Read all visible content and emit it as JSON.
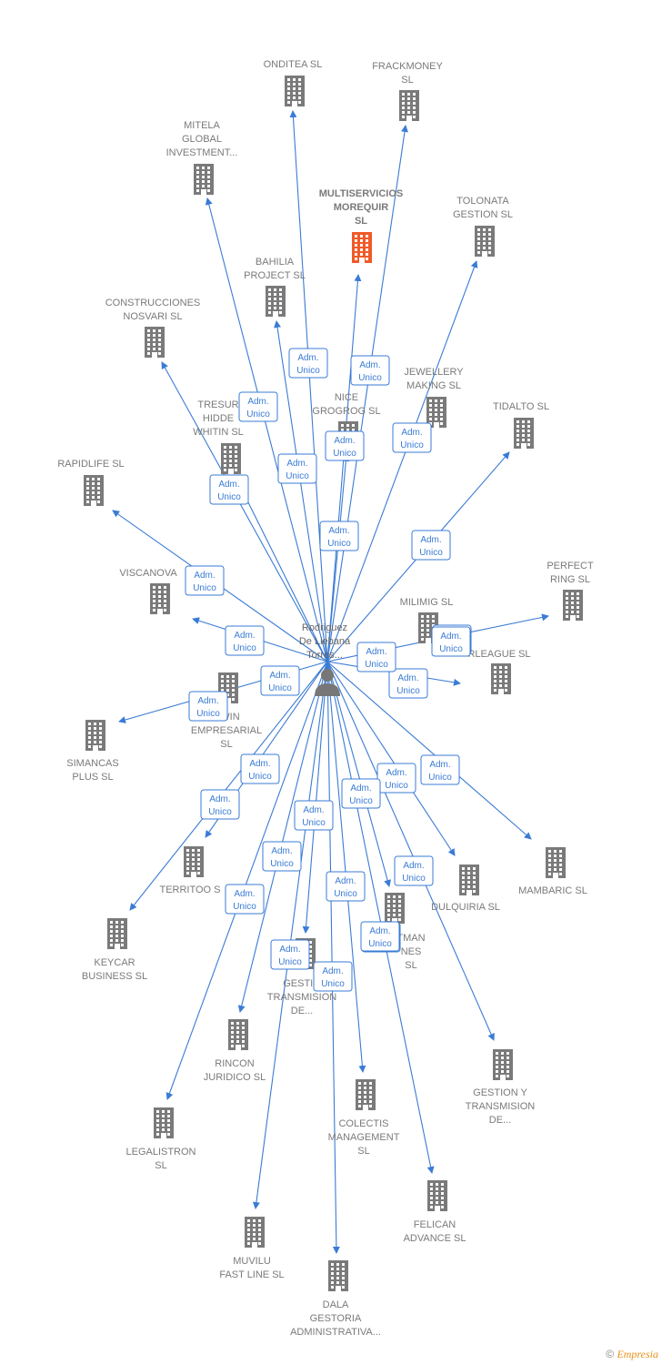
{
  "colors": {
    "edge": "#3a7bd5",
    "building": "#7a7a7a",
    "focus_building": "#f05a28",
    "person": "#777777"
  },
  "center": {
    "name": "Rodriguez De Liebana Torres...",
    "lines": [
      "Rodriguez",
      "De Liebana",
      "Torres..."
    ],
    "icon": "person-icon"
  },
  "edge_label": [
    "Adm.",
    "Unico"
  ],
  "nodes": [
    {
      "id": "onditea",
      "lines": [
        "ONDITEA  SL"
      ],
      "icon": "building-icon"
    },
    {
      "id": "frackmoney",
      "lines": [
        "FRACKMONEY",
        "SL"
      ],
      "icon": "building-icon"
    },
    {
      "id": "mitela",
      "lines": [
        "MITELA",
        "GLOBAL",
        "INVESTMENT..."
      ],
      "icon": "building-icon"
    },
    {
      "id": "multiservicios",
      "lines": [
        "MULTISERVICIOS",
        "MOREQUIR",
        "SL"
      ],
      "icon": "building-icon",
      "focus": true
    },
    {
      "id": "tolonata",
      "lines": [
        "TOLONATA",
        "GESTION  SL"
      ],
      "icon": "building-icon"
    },
    {
      "id": "bahilia",
      "lines": [
        "BAHILIA",
        "PROJECT  SL"
      ],
      "icon": "building-icon"
    },
    {
      "id": "construcciones",
      "lines": [
        "CONSTRUCCIONES",
        "NOSVARI  SL"
      ],
      "icon": "building-icon"
    },
    {
      "id": "jewellery",
      "lines": [
        "JEWELLERY",
        "MAKING  SL"
      ],
      "icon": "building-icon"
    },
    {
      "id": "nice",
      "lines": [
        "NICE",
        "GROGROG  SL"
      ],
      "icon": "building-icon"
    },
    {
      "id": "tresur",
      "lines": [
        "TRESUR",
        "HIDDE",
        "WHITIN  SL"
      ],
      "icon": "building-icon"
    },
    {
      "id": "tidalto",
      "lines": [
        "TIDALTO  SL"
      ],
      "icon": "building-icon"
    },
    {
      "id": "rapidlife",
      "lines": [
        "RAPIDLIFE  SL"
      ],
      "icon": "building-icon"
    },
    {
      "id": "viscanova",
      "lines": [
        "VISCANOVA"
      ],
      "icon": "building-icon"
    },
    {
      "id": "perfect",
      "lines": [
        "PERFECT",
        "RING  SL"
      ],
      "icon": "building-icon"
    },
    {
      "id": "milimig",
      "lines": [
        "MILIMIG  SL"
      ],
      "icon": "building-icon"
    },
    {
      "id": "rleague",
      "lines": [
        "RLEAGUE  SL"
      ],
      "icon": "building-icon"
    },
    {
      "id": "dwin",
      "lines": [
        "DWIN",
        "EMPRESARIAL",
        "SL"
      ],
      "icon": "building-icon"
    },
    {
      "id": "simancas",
      "lines": [
        "SIMANCAS",
        "PLUS  SL"
      ],
      "icon": "building-icon"
    },
    {
      "id": "territoo",
      "lines": [
        "TERRITOO  S"
      ],
      "icon": "building-icon"
    },
    {
      "id": "mambaric",
      "lines": [
        "MAMBARIC  SL"
      ],
      "icon": "building-icon"
    },
    {
      "id": "dulquiria",
      "lines": [
        "DULQUIRIA  SL"
      ],
      "icon": "building-icon"
    },
    {
      "id": "keycar",
      "lines": [
        "KEYCAR",
        "BUSINESS  SL"
      ],
      "icon": "building-icon"
    },
    {
      "id": "tman",
      "lines": [
        "TMAN",
        "NES",
        "SL"
      ],
      "icon": "building-icon"
    },
    {
      "id": "gestio1",
      "lines": [
        "GESTIO",
        "TRANSMISION",
        "DE..."
      ],
      "icon": "building-icon"
    },
    {
      "id": "rincon",
      "lines": [
        "RINCON",
        "JURIDICO SL"
      ],
      "icon": "building-icon"
    },
    {
      "id": "gestion2",
      "lines": [
        "GESTION Y",
        "TRANSMISION",
        "DE..."
      ],
      "icon": "building-icon"
    },
    {
      "id": "colectis",
      "lines": [
        "COLECTIS",
        "MANAGEMENT",
        "SL"
      ],
      "icon": "building-icon"
    },
    {
      "id": "legalistron",
      "lines": [
        "LEGALISTRON",
        "SL"
      ],
      "icon": "building-icon"
    },
    {
      "id": "felican",
      "lines": [
        "FELICAN",
        "ADVANCE  SL"
      ],
      "icon": "building-icon"
    },
    {
      "id": "muvilu",
      "lines": [
        "MUVILU",
        "FAST LINE  SL"
      ],
      "icon": "building-icon"
    },
    {
      "id": "dala",
      "lines": [
        "DALA",
        "GESTORIA",
        "ADMINISTRATIVA..."
      ],
      "icon": "building-icon"
    }
  ],
  "copyright": {
    "symbol": "©",
    "brand": "Empresia"
  }
}
